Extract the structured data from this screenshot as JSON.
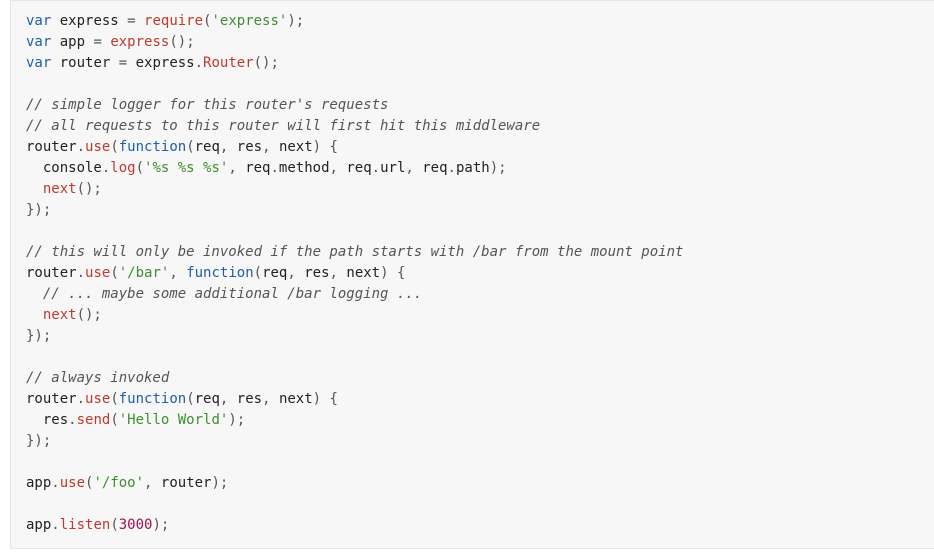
{
  "code": {
    "lines": [
      {
        "tokens": [
          {
            "t": "var",
            "c": "kw"
          },
          {
            "t": " express ",
            "c": "txt"
          },
          {
            "t": "=",
            "c": "pun"
          },
          {
            "t": " ",
            "c": "txt"
          },
          {
            "t": "require",
            "c": "fn"
          },
          {
            "t": "(",
            "c": "pun"
          },
          {
            "t": "'express'",
            "c": "str"
          },
          {
            "t": ");",
            "c": "pun"
          }
        ]
      },
      {
        "tokens": [
          {
            "t": "var",
            "c": "kw"
          },
          {
            "t": " app ",
            "c": "txt"
          },
          {
            "t": "=",
            "c": "pun"
          },
          {
            "t": " ",
            "c": "txt"
          },
          {
            "t": "express",
            "c": "fn"
          },
          {
            "t": "();",
            "c": "pun"
          }
        ]
      },
      {
        "tokens": [
          {
            "t": "var",
            "c": "kw"
          },
          {
            "t": " router ",
            "c": "txt"
          },
          {
            "t": "=",
            "c": "pun"
          },
          {
            "t": " express",
            "c": "txt"
          },
          {
            "t": ".",
            "c": "pun"
          },
          {
            "t": "Router",
            "c": "fn"
          },
          {
            "t": "();",
            "c": "pun"
          }
        ]
      },
      {
        "tokens": []
      },
      {
        "tokens": [
          {
            "t": "// simple logger for this router's requests",
            "c": "cmt"
          }
        ]
      },
      {
        "tokens": [
          {
            "t": "// all requests to this router will first hit this middleware",
            "c": "cmt"
          }
        ]
      },
      {
        "tokens": [
          {
            "t": "router",
            "c": "txt"
          },
          {
            "t": ".",
            "c": "pun"
          },
          {
            "t": "use",
            "c": "fn"
          },
          {
            "t": "(",
            "c": "pun"
          },
          {
            "t": "function",
            "c": "kw"
          },
          {
            "t": "(",
            "c": "pun"
          },
          {
            "t": "req",
            "c": "txt"
          },
          {
            "t": ",",
            "c": "pun"
          },
          {
            "t": " res",
            "c": "txt"
          },
          {
            "t": ",",
            "c": "pun"
          },
          {
            "t": " next",
            "c": "txt"
          },
          {
            "t": ") {",
            "c": "pun"
          }
        ]
      },
      {
        "tokens": [
          {
            "t": "  console",
            "c": "txt"
          },
          {
            "t": ".",
            "c": "pun"
          },
          {
            "t": "log",
            "c": "fn"
          },
          {
            "t": "(",
            "c": "pun"
          },
          {
            "t": "'%s %s %s'",
            "c": "str"
          },
          {
            "t": ",",
            "c": "pun"
          },
          {
            "t": " req",
            "c": "txt"
          },
          {
            "t": ".",
            "c": "pun"
          },
          {
            "t": "method",
            "c": "txt"
          },
          {
            "t": ",",
            "c": "pun"
          },
          {
            "t": " req",
            "c": "txt"
          },
          {
            "t": ".",
            "c": "pun"
          },
          {
            "t": "url",
            "c": "txt"
          },
          {
            "t": ",",
            "c": "pun"
          },
          {
            "t": " req",
            "c": "txt"
          },
          {
            "t": ".",
            "c": "pun"
          },
          {
            "t": "path",
            "c": "txt"
          },
          {
            "t": ");",
            "c": "pun"
          }
        ]
      },
      {
        "tokens": [
          {
            "t": "  ",
            "c": "txt"
          },
          {
            "t": "next",
            "c": "fn"
          },
          {
            "t": "();",
            "c": "pun"
          }
        ]
      },
      {
        "tokens": [
          {
            "t": "});",
            "c": "pun"
          }
        ]
      },
      {
        "tokens": []
      },
      {
        "tokens": [
          {
            "t": "// this will only be invoked if the path starts with /bar from the mount point",
            "c": "cmt"
          }
        ]
      },
      {
        "tokens": [
          {
            "t": "router",
            "c": "txt"
          },
          {
            "t": ".",
            "c": "pun"
          },
          {
            "t": "use",
            "c": "fn"
          },
          {
            "t": "(",
            "c": "pun"
          },
          {
            "t": "'/bar'",
            "c": "str"
          },
          {
            "t": ",",
            "c": "pun"
          },
          {
            "t": " ",
            "c": "txt"
          },
          {
            "t": "function",
            "c": "kw"
          },
          {
            "t": "(",
            "c": "pun"
          },
          {
            "t": "req",
            "c": "txt"
          },
          {
            "t": ",",
            "c": "pun"
          },
          {
            "t": " res",
            "c": "txt"
          },
          {
            "t": ",",
            "c": "pun"
          },
          {
            "t": " next",
            "c": "txt"
          },
          {
            "t": ") {",
            "c": "pun"
          }
        ]
      },
      {
        "tokens": [
          {
            "t": "  // ... maybe some additional /bar logging ...",
            "c": "cmt"
          }
        ]
      },
      {
        "tokens": [
          {
            "t": "  ",
            "c": "txt"
          },
          {
            "t": "next",
            "c": "fn"
          },
          {
            "t": "();",
            "c": "pun"
          }
        ]
      },
      {
        "tokens": [
          {
            "t": "});",
            "c": "pun"
          }
        ]
      },
      {
        "tokens": []
      },
      {
        "tokens": [
          {
            "t": "// always invoked",
            "c": "cmt"
          }
        ]
      },
      {
        "tokens": [
          {
            "t": "router",
            "c": "txt"
          },
          {
            "t": ".",
            "c": "pun"
          },
          {
            "t": "use",
            "c": "fn"
          },
          {
            "t": "(",
            "c": "pun"
          },
          {
            "t": "function",
            "c": "kw"
          },
          {
            "t": "(",
            "c": "pun"
          },
          {
            "t": "req",
            "c": "txt"
          },
          {
            "t": ",",
            "c": "pun"
          },
          {
            "t": " res",
            "c": "txt"
          },
          {
            "t": ",",
            "c": "pun"
          },
          {
            "t": " next",
            "c": "txt"
          },
          {
            "t": ") {",
            "c": "pun"
          }
        ]
      },
      {
        "tokens": [
          {
            "t": "  res",
            "c": "txt"
          },
          {
            "t": ".",
            "c": "pun"
          },
          {
            "t": "send",
            "c": "fn"
          },
          {
            "t": "(",
            "c": "pun"
          },
          {
            "t": "'Hello World'",
            "c": "str"
          },
          {
            "t": ");",
            "c": "pun"
          }
        ]
      },
      {
        "tokens": [
          {
            "t": "});",
            "c": "pun"
          }
        ]
      },
      {
        "tokens": []
      },
      {
        "tokens": [
          {
            "t": "app",
            "c": "txt"
          },
          {
            "t": ".",
            "c": "pun"
          },
          {
            "t": "use",
            "c": "fn"
          },
          {
            "t": "(",
            "c": "pun"
          },
          {
            "t": "'/foo'",
            "c": "str"
          },
          {
            "t": ",",
            "c": "pun"
          },
          {
            "t": " router",
            "c": "txt"
          },
          {
            "t": ");",
            "c": "pun"
          }
        ]
      },
      {
        "tokens": []
      },
      {
        "tokens": [
          {
            "t": "app",
            "c": "txt"
          },
          {
            "t": ".",
            "c": "pun"
          },
          {
            "t": "listen",
            "c": "fn"
          },
          {
            "t": "(",
            "c": "pun"
          },
          {
            "t": "3000",
            "c": "num"
          },
          {
            "t": ");",
            "c": "pun"
          }
        ]
      }
    ]
  }
}
